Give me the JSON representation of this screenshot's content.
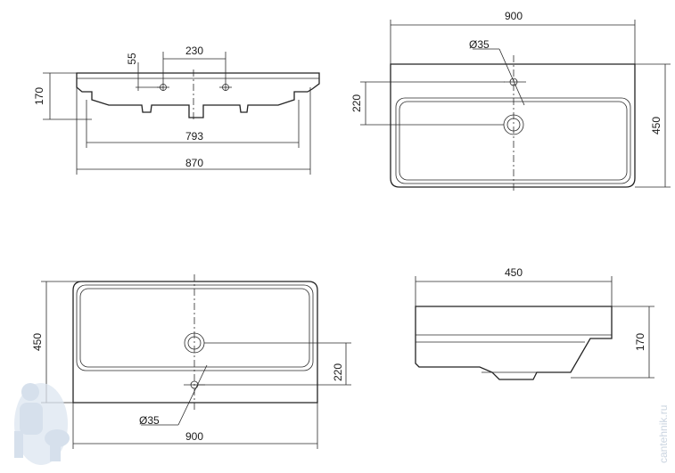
{
  "top_left_view": {
    "dims": {
      "d55": "55",
      "d230": "230",
      "d170": "170",
      "d793": "793",
      "d870": "870"
    }
  },
  "top_right_view": {
    "dims": {
      "d900": "900",
      "d_dia35": "Ø35",
      "d220": "220",
      "d450": "450"
    }
  },
  "bottom_left_view": {
    "dims": {
      "d450": "450",
      "d220": "220",
      "d_dia35": "Ø35",
      "d900": "900"
    }
  },
  "bottom_right_view": {
    "dims": {
      "d450": "450",
      "d170": "170"
    }
  },
  "watermark": {
    "text": "cantehnik.ru",
    "color": "#b9c6d6"
  }
}
